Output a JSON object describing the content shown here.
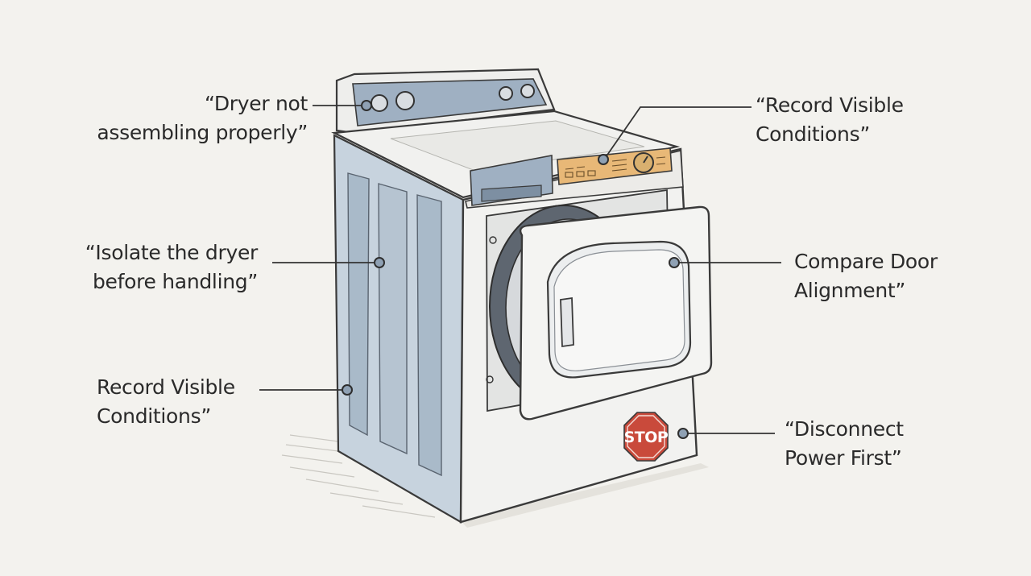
{
  "callouts": {
    "dryer_not_assembling": [
      "“Dryer not",
      "assembling properly”"
    ],
    "isolate_dryer": [
      "“Isolate the dryer",
      "before handling”"
    ],
    "record_visible_left": [
      "Record Visible",
      "Conditions”"
    ],
    "record_visible_top": [
      "“Record Visible",
      "Conditions”"
    ],
    "compare_door": [
      "Compare Door",
      "Alignment”"
    ],
    "disconnect_power": [
      "“Disconnect",
      "Power First”"
    ]
  },
  "stop_sign": {
    "label": "STOP"
  },
  "colors": {
    "background": "#f3f2ee",
    "panel_blue": "#9fb0c2",
    "side_blue": "#c7d3de",
    "control_orange": "#e8b877",
    "stop_red": "#c94a3b",
    "outline": "#3a3a3a"
  }
}
